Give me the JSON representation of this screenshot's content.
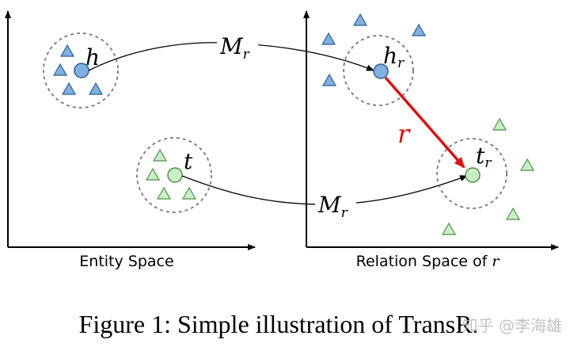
{
  "panels": {
    "left": {
      "label": "Entity Space"
    },
    "right": {
      "label_text": "Relation Space of ",
      "label_var": "r"
    }
  },
  "math": {
    "h": "h",
    "t": "t",
    "hr_base": "h",
    "hr_sub": "r",
    "tr_base": "t",
    "tr_sub": "r",
    "M_base": "M",
    "M_sub": "r",
    "relation": "r"
  },
  "caption": "Figure 1: Simple illustration of TransR.",
  "watermark": "知乎 @李海雄",
  "colors": {
    "head_fill": "#7fb0e0",
    "head_stroke": "#2a5f9a",
    "tail_fill": "#c9efc5",
    "tail_stroke": "#4f8f4a",
    "relation_arrow": "#e01010",
    "axis": "#000000",
    "dashed_circle": "#777777"
  }
}
